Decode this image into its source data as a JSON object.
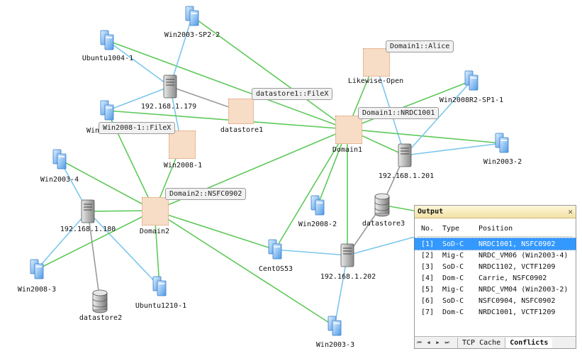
{
  "nodes": [
    {
      "id": "win2003-sp2-2",
      "label": "Win2003-SP2-2",
      "icon": "computers-icon"
    },
    {
      "id": "ubuntu1004-1",
      "label": "Ubuntu1004-1",
      "icon": "computers-icon"
    },
    {
      "id": "ip-179",
      "label": "192.168.1.179",
      "icon": "server-icon"
    },
    {
      "id": "datastore1",
      "label": "datastore1",
      "icon": "database-icon"
    },
    {
      "id": "win-partial",
      "label": "Win",
      "icon": "computers-icon"
    },
    {
      "id": "win2008-1",
      "label": "Win2008-1",
      "icon": "computers-icon"
    },
    {
      "id": "likewise-open",
      "label": "Likewise-Open",
      "icon": "computers-icon"
    },
    {
      "id": "domain1",
      "label": "Domain1",
      "icon": "domain-icon"
    },
    {
      "id": "win2008r2-sp1-1",
      "label": "Win2008R2-SP1-1",
      "icon": "computers-icon"
    },
    {
      "id": "ip-201",
      "label": "192.168.1.201",
      "icon": "server-icon"
    },
    {
      "id": "win2003-2",
      "label": "Win2003-2",
      "icon": "computers-icon"
    },
    {
      "id": "win2003-4",
      "label": "Win2003-4",
      "icon": "computers-icon"
    },
    {
      "id": "ip-180",
      "label": "192.168.1.180",
      "icon": "server-icon"
    },
    {
      "id": "domain2",
      "label": "Domain2",
      "icon": "domain-icon"
    },
    {
      "id": "win2008-2",
      "label": "Win2008-2",
      "icon": "computers-icon"
    },
    {
      "id": "datastore3",
      "label": "datastore3",
      "icon": "database-icon"
    },
    {
      "id": "centos53",
      "label": "CentOS53",
      "icon": "computers-icon"
    },
    {
      "id": "ip-202",
      "label": "192.168.1.202",
      "icon": "server-icon"
    },
    {
      "id": "win2008-3",
      "label": "Win2008-3",
      "icon": "computers-icon"
    },
    {
      "id": "datastore2",
      "label": "datastore2",
      "icon": "database-icon"
    },
    {
      "id": "ubuntu1210-1",
      "label": "Ubuntu1210-1",
      "icon": "computers-icon"
    },
    {
      "id": "win2003-3",
      "label": "Win2003-3",
      "icon": "computers-icon"
    }
  ],
  "tags": {
    "alice": "Domain1::Alice",
    "filex_ds": "datastore1::FileX",
    "nrdc1001": "Domain1::NRDC1001",
    "filex_win": "Win2008-1::FileX",
    "nsfc0902": "Domain2::NSFC0902"
  },
  "colors": {
    "domain_link": "#5ec95a",
    "network_link": "#7cc6ec",
    "storage_link": "#9a9a9a",
    "highlight": "#f7dcc6",
    "selected_row": "#3399ff"
  },
  "output": {
    "title": "Output",
    "close": "✕",
    "columns": {
      "no": "No.",
      "type": "Type",
      "position": "Position"
    },
    "rows": [
      {
        "no": "[1]",
        "type": "SoD-C",
        "position": "NRDC1001, NSFC0902"
      },
      {
        "no": "[2]",
        "type": "Mig-C",
        "position": "NRDC_VM06 (Win2003-4)"
      },
      {
        "no": "[3]",
        "type": "SoD-C",
        "position": "NRDC1102, VCTF1209"
      },
      {
        "no": "[4]",
        "type": "Dom-C",
        "position": "Carrie, NSFC0902"
      },
      {
        "no": "[5]",
        "type": "Mig-C",
        "position": "NRDC_VM04 (Win2003-2)"
      },
      {
        "no": "[6]",
        "type": "SoD-C",
        "position": "NSFC0904, NSFC0902"
      },
      {
        "no": "[7]",
        "type": "Dom-C",
        "position": "NRDC1001, VCTF1209"
      }
    ],
    "tabs": [
      "TCP Cache",
      "Conflicts"
    ],
    "nav": [
      "⏮",
      "◀",
      "▶",
      "⏭"
    ]
  }
}
